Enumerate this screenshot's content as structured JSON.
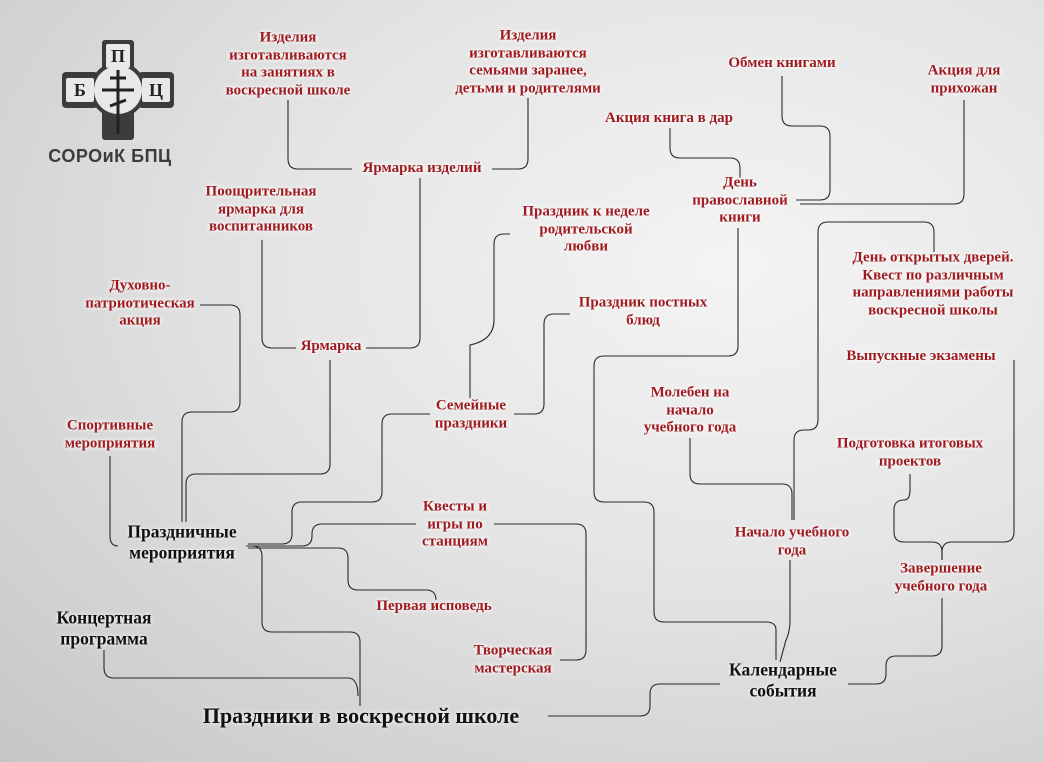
{
  "logo": {
    "caption": "СОРОиК БПЦ",
    "letters": [
      "П",
      "Б",
      "Ц"
    ]
  },
  "colors": {
    "accent": "#9e1a1f",
    "line": "#2a2a2a",
    "dark": "#111111"
  },
  "nodes": {
    "root": [
      "Праздники в воскресной школе"
    ],
    "holidays": [
      "Праздничные",
      "мероприятия"
    ],
    "concert": [
      "Концертная",
      "программа"
    ],
    "calendar": [
      "Календарные",
      "события"
    ],
    "sport": [
      "Спортивные",
      "мероприятия"
    ],
    "patriot": [
      "Духовно-",
      "патриотическая",
      "акция"
    ],
    "fair": [
      "Ярмарка"
    ],
    "reward_fair": [
      "Поощрительная",
      "ярмарка для",
      "воспитанников"
    ],
    "goods_fair": [
      "Ярмарка изделий"
    ],
    "goods_school": [
      "Изделия",
      "изготавливаются",
      "на занятиях в",
      "воскресной школе"
    ],
    "goods_family": [
      "Изделия",
      "изготавливаются",
      "семьями заранее,",
      "детьми и родителями"
    ],
    "family": [
      "Семейные",
      "праздники"
    ],
    "parent_week": [
      "Праздник к неделе",
      "родительской",
      "любви"
    ],
    "lent": [
      "Праздник постных",
      "блюд"
    ],
    "quests": [
      "Квесты и",
      "игры по",
      "станциям"
    ],
    "confession": [
      "Первая исповедь"
    ],
    "workshop": [
      "Творческая",
      "мастерская"
    ],
    "book_day": [
      "День",
      "православной",
      "книги"
    ],
    "book_gift": [
      "Акция книга в дар"
    ],
    "book_swap": [
      "Обмен книгами"
    ],
    "parish": [
      "Акция для",
      "прихожан"
    ],
    "open_day": [
      "День открытых дверей.",
      "Квест по различным",
      "направлениями работы",
      "воскресной школы"
    ],
    "exams": [
      "Выпускные экзамены"
    ],
    "projects": [
      "Подготовка итоговых",
      "проектов"
    ],
    "year_end": [
      "Завершение",
      "учебного года"
    ],
    "moleben": [
      "Молебен на",
      "начало",
      "учебного года"
    ],
    "year_start": [
      "Начало учебного",
      "года"
    ]
  }
}
